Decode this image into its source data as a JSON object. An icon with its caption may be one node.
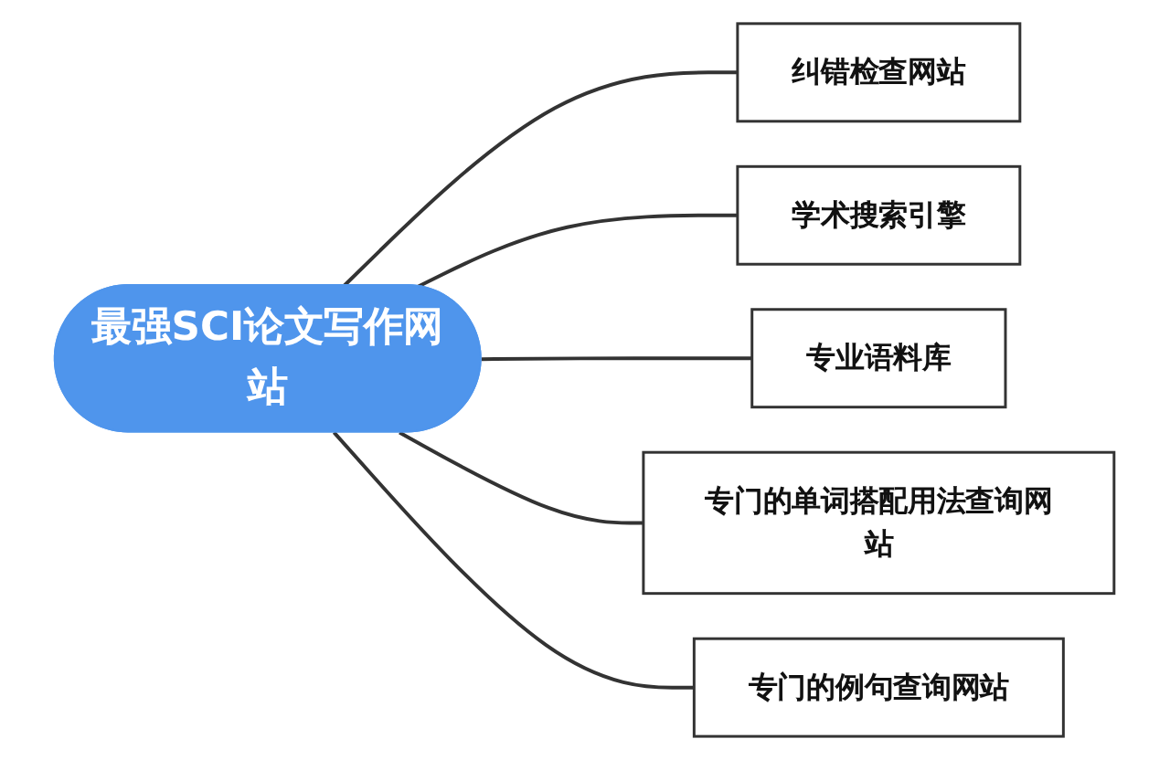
{
  "diagram": {
    "nodes": [
      {
        "text": [
          "最强SCI论文写作网站"
        ]
      },
      {
        "text": [
          "纠错检查网站"
        ]
      },
      {
        "text": [
          "学术搜索引擎"
        ]
      },
      {
        "text": [
          "专业语料库"
        ]
      },
      {
        "text": [
          "专门的单词搭配用法查询网站"
        ]
      },
      {
        "text": [
          "专门的例句查询网站"
        ]
      }
    ],
    "edges": [
      {
        "from": 0,
        "to": 1,
        "arrow": "none"
      },
      {
        "from": 0,
        "to": 2,
        "arrow": "none"
      },
      {
        "from": 0,
        "to": 3,
        "arrow": "none"
      },
      {
        "from": 0,
        "to": 4,
        "arrow": "none"
      },
      {
        "from": 0,
        "to": 5,
        "arrow": "none"
      }
    ]
  }
}
